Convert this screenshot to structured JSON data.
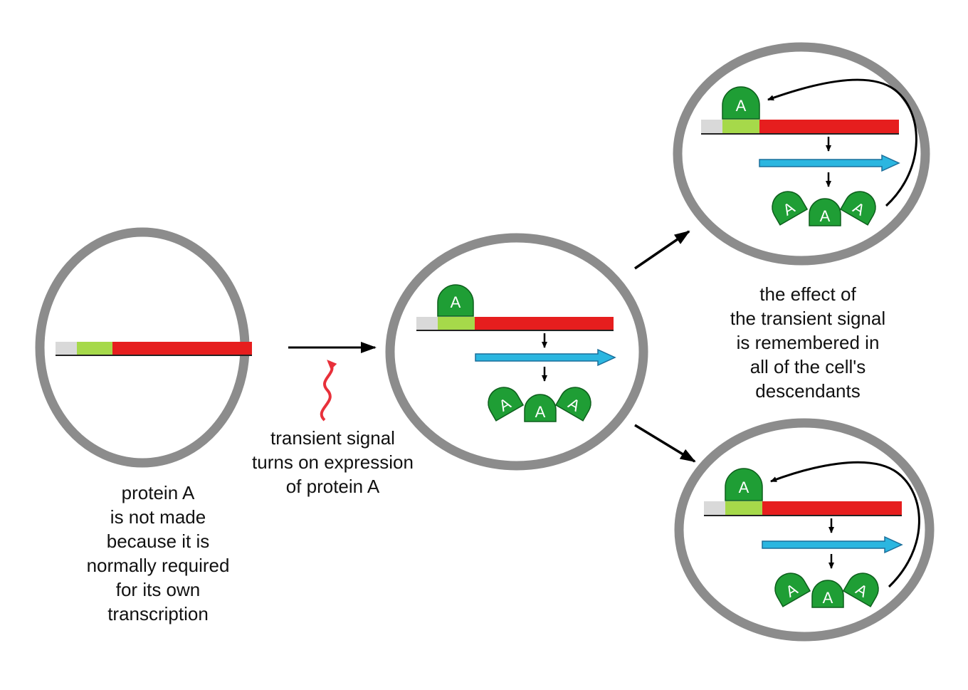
{
  "captions": {
    "left": [
      "protein A",
      "is not made",
      "because it is",
      "normally required",
      "for its own",
      "transcription"
    ],
    "signal": [
      "transient signal",
      "turns on expression",
      "of protein A"
    ],
    "remembered": [
      "the effect of",
      "the transient signal",
      "is remembered in",
      "all of the cell's",
      "descendants"
    ]
  },
  "protein_letter": "A",
  "colors": {
    "cell_ring": "#8c8c8c",
    "gene_red": "#e61e1e",
    "gene_green": "#a6d94a",
    "gene_gray": "#d9d9d9",
    "protein_green": "#1f9e35",
    "mrna_cyan": "#2bb6e0",
    "signal_red": "#e8303a",
    "arrow_black": "#000000"
  }
}
